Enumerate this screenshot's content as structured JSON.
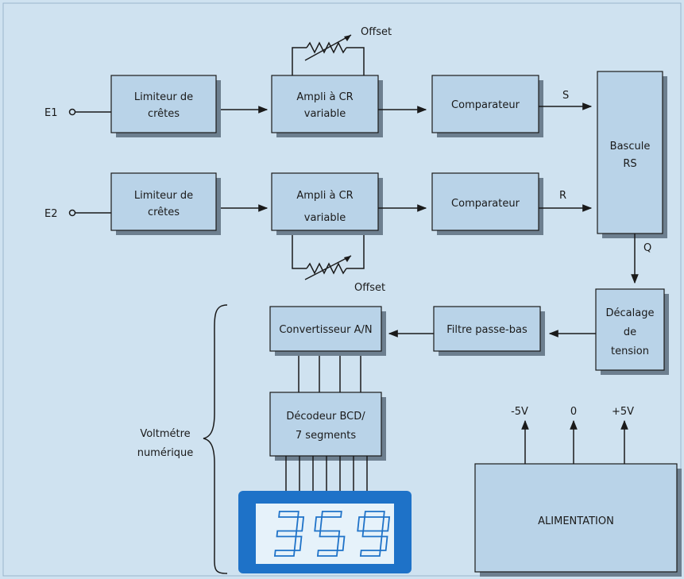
{
  "diagram": {
    "inputs": {
      "e1": "E1",
      "e2": "E2"
    },
    "channel1": {
      "limiter": [
        "Limiteur de",
        "crêtes"
      ],
      "ampli": [
        "Ampli à CR",
        "variable"
      ],
      "comparator": "Comparateur",
      "signal": "S",
      "offset": "Offset"
    },
    "channel2": {
      "limiter": [
        "Limiteur de",
        "crêtes"
      ],
      "ampli": [
        "Ampli à CR",
        "variable"
      ],
      "comparator": "Comparateur",
      "signal": "R",
      "offset": "Offset"
    },
    "flipflop": [
      "Bascule",
      "RS"
    ],
    "flipflop_output": "Q",
    "level_shift": [
      "Décalage",
      "de",
      "tension"
    ],
    "lowpass": "Filtre passe-bas",
    "adc": "Convertisseur A/N",
    "decoder": [
      "Décodeur BCD/",
      "7 segments"
    ],
    "voltmeter_label": [
      "Voltmétre",
      "numérique"
    ],
    "display_value": "359",
    "power_supply": {
      "label": "ALIMENTATION",
      "rails": [
        "-5V",
        "0",
        "+5V"
      ]
    }
  },
  "colors": {
    "background": "#cfe2f0",
    "block_fill": "#b9d3e8",
    "block_shadow": "#6d7f8f",
    "line": "#1a1a1a",
    "display_face": "#e6f2fa",
    "display_digits": "#1e72c8"
  }
}
